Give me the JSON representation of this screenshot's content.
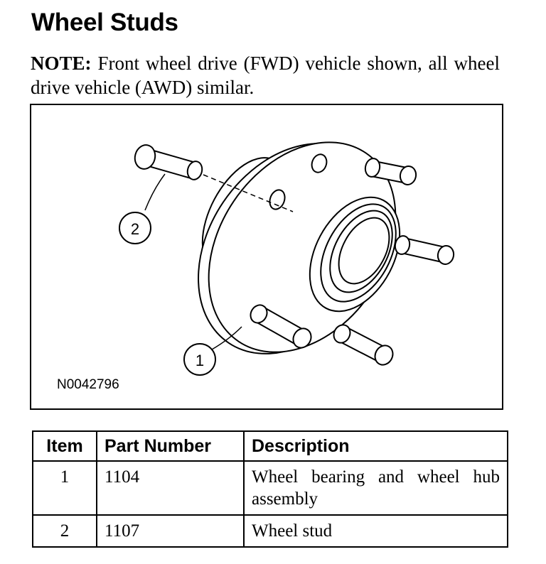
{
  "title": "Wheel Studs",
  "note": {
    "label": "NOTE:",
    "text": " Front wheel drive (FWD) vehicle shown, all wheel drive vehicle (AWD) similar."
  },
  "figure": {
    "id": "N0042796",
    "callouts": [
      "1",
      "2"
    ]
  },
  "table": {
    "headers": [
      "Item",
      "Part Number",
      "Description"
    ],
    "rows": [
      {
        "item": "1",
        "part_number": "1104",
        "description": "Wheel bearing and wheel hub assembly"
      },
      {
        "item": "2",
        "part_number": "1107",
        "description": "Wheel stud"
      }
    ]
  }
}
